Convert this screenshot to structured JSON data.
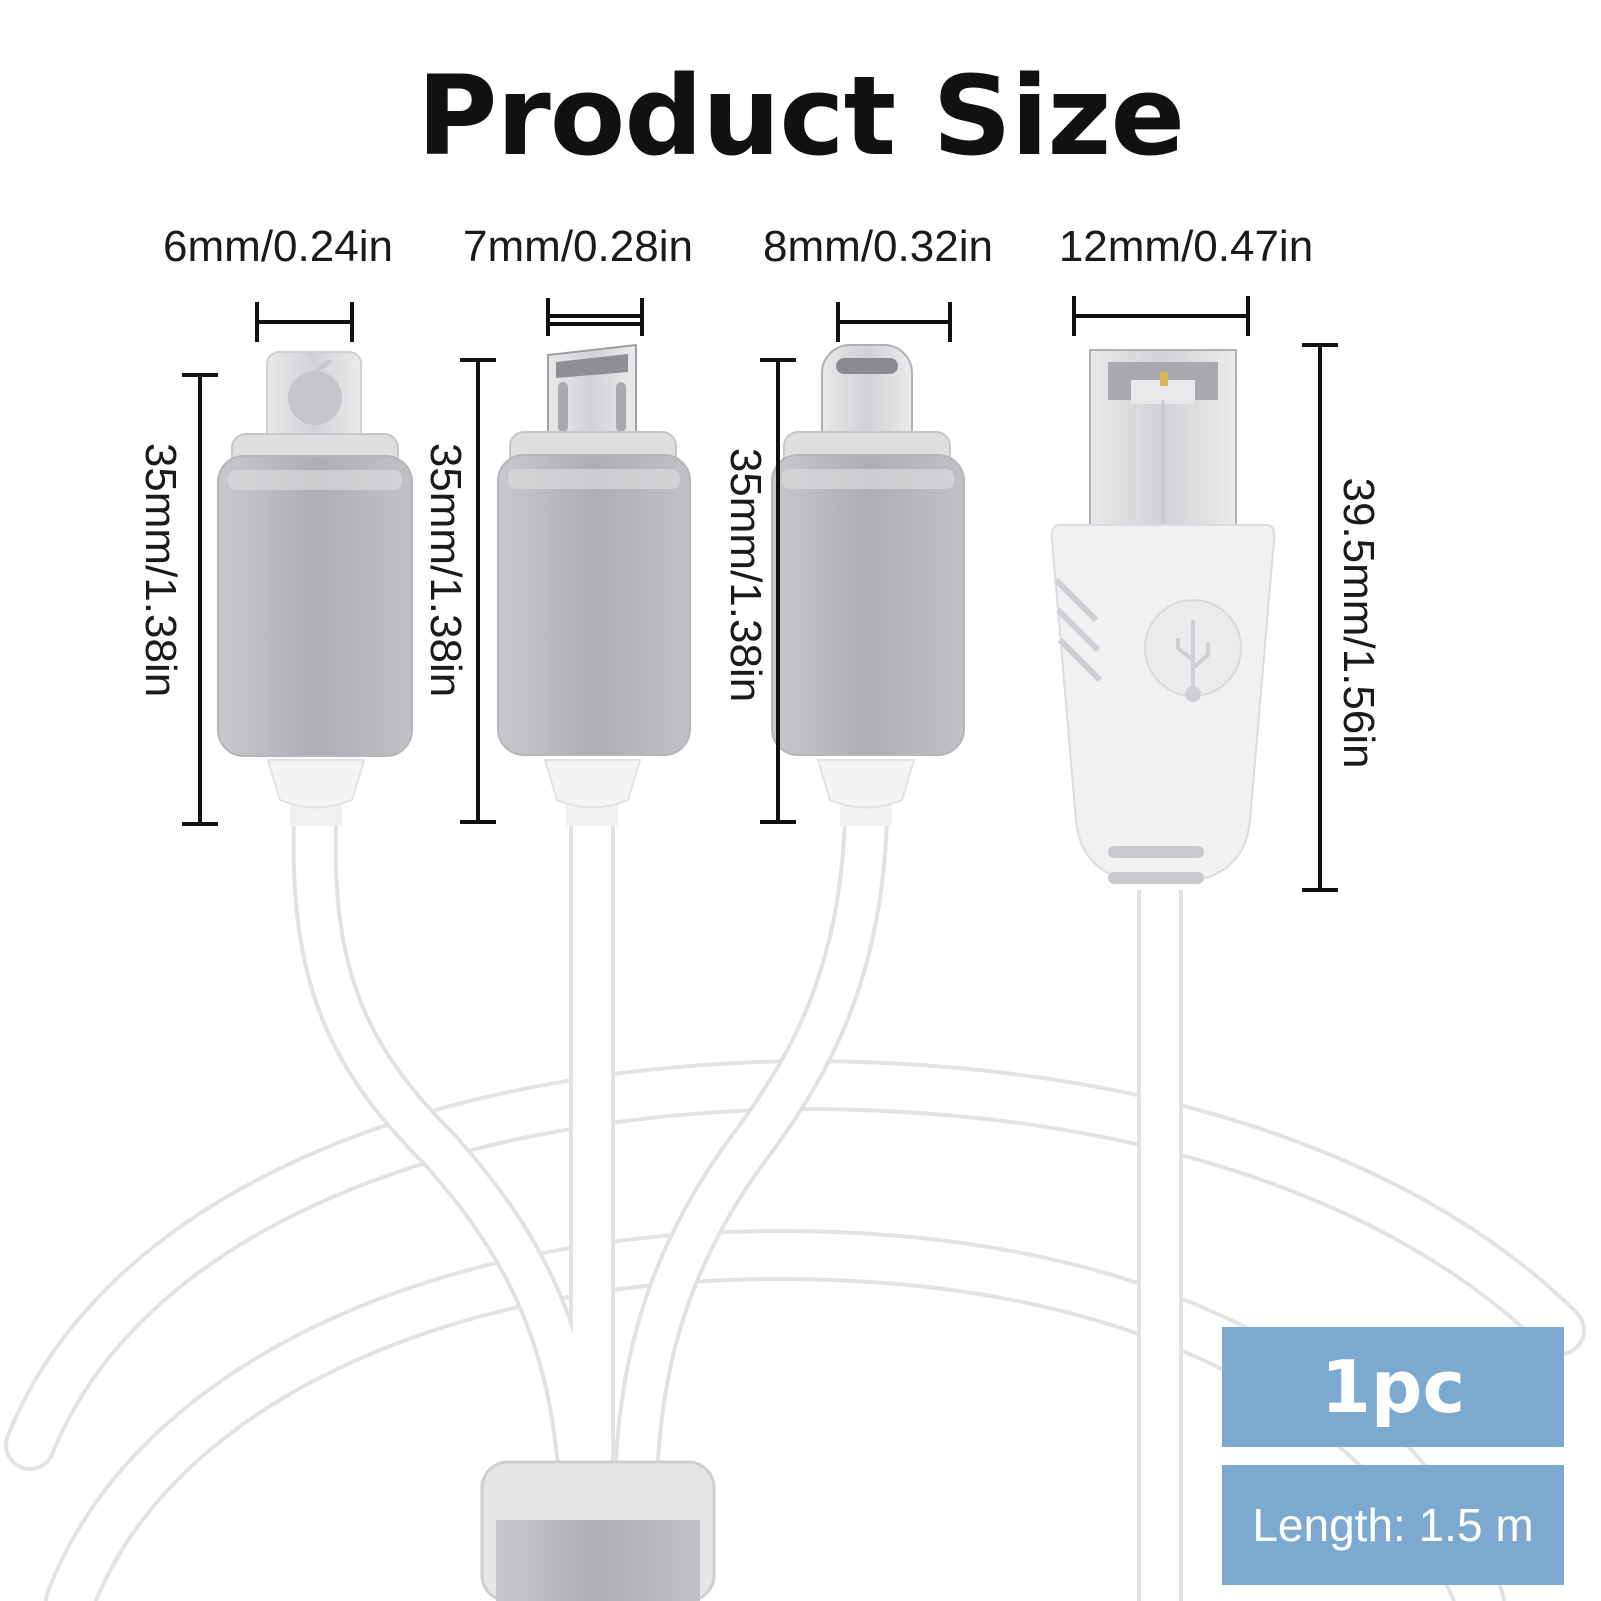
{
  "title": "Product Size",
  "connectors": [
    {
      "name": "lightning",
      "width_label": "6mm/0.24in",
      "height_label": "35mm/1.38in"
    },
    {
      "name": "micro-usb",
      "width_label": "7mm/0.28in",
      "height_label": "35mm/1.38in"
    },
    {
      "name": "usb-c",
      "width_label": "8mm/0.32in",
      "height_label": "35mm/1.38in"
    },
    {
      "name": "usb-b",
      "width_label": "12mm/0.47in",
      "height_label": "39.5mm/1.56in"
    }
  ],
  "badges": {
    "quantity": "1pc",
    "length": "Length: 1.5 m"
  },
  "colors": {
    "badge": "#7ba9cf",
    "metal": "#b8b8bc",
    "cable": "#ffffff",
    "dimension_line": "#111111"
  }
}
